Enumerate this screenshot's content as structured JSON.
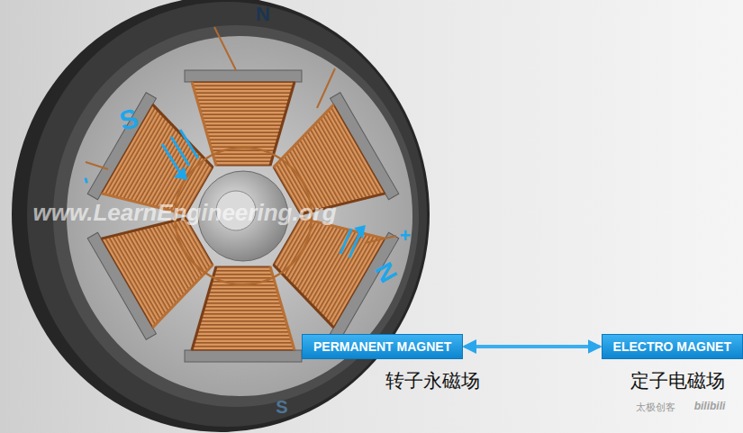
{
  "diagram": {
    "nodes": [
      {
        "text": [
          "PERMANENT MAGNET"
        ]
      },
      {
        "text": [
          "ELECTRO MAGNET"
        ]
      }
    ],
    "edges": [
      {
        "from": 0,
        "to": 1,
        "arrow": "both"
      }
    ],
    "labels": [
      "N",
      "S",
      "-",
      "www.LearnEngineering.org",
      "N",
      "+",
      "S",
      "转子永磁场",
      "定子电磁场",
      "太极创客",
      "bilibili"
    ]
  }
}
